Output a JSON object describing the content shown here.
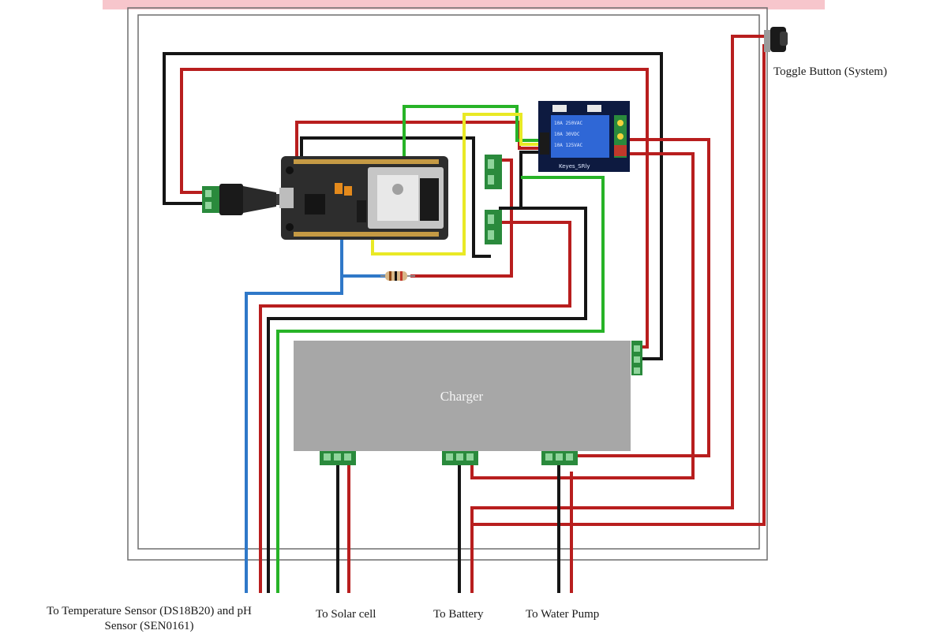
{
  "labels": {
    "toggle": "Toggle Button (System)",
    "charger": "Charger",
    "sensor_line1": "To Temperature Sensor (DS18B20) and pH",
    "sensor_line2": "Sensor (SEN0161)",
    "solar": "To Solar cell",
    "battery": "To Battery",
    "pump": "To Water Pump",
    "relay_module": "Keyes_SRly",
    "relay_line1": "10A 250VAC",
    "relay_line2": "10A 30VDC",
    "relay_line3": "10A 125VAC"
  },
  "colors": {
    "wire_red": "#b81e1e",
    "wire_black": "#151515",
    "wire_green": "#27b327",
    "wire_yellow": "#e9e925",
    "wire_blue": "#2f78c8",
    "charger_body": "#a7a7a7",
    "terminal_green": "#2a8a3c",
    "pcb": "#2d2d2d",
    "relay_board": "#0d1a40",
    "relay_block": "#2f67d6",
    "top_banner": "#f7c6cc"
  }
}
